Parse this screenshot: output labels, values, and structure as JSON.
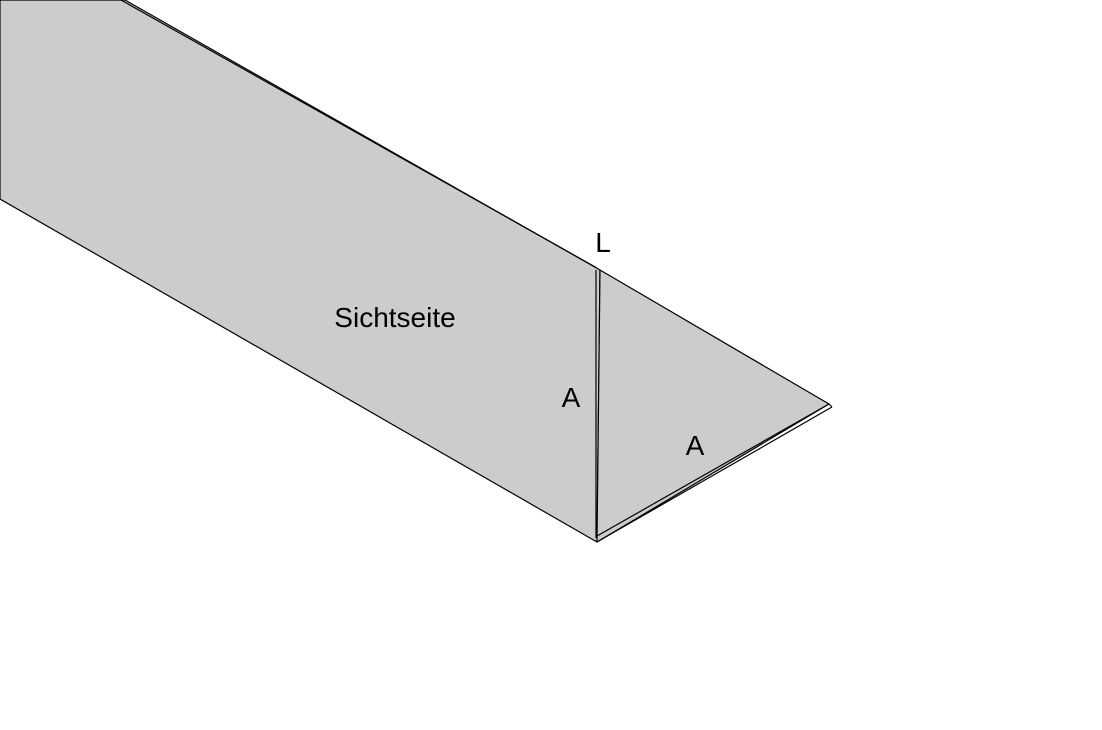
{
  "diagram": {
    "labels": {
      "length": "L",
      "visible_side": "Sichtseite",
      "leg_vertical": "A",
      "leg_horizontal": "A"
    },
    "colors": {
      "fill": "#cccccc",
      "stroke": "#000000",
      "background": "#ffffff"
    }
  }
}
